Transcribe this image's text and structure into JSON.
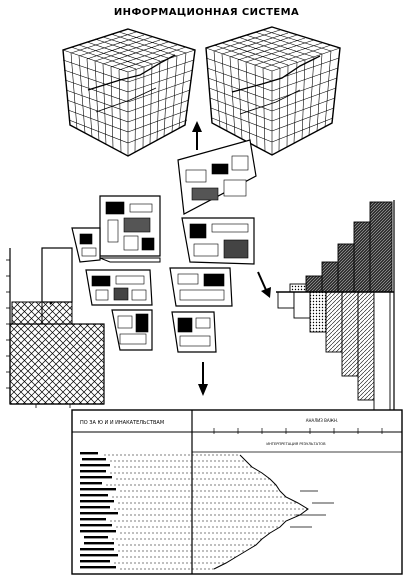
{
  "title": "ИНФОРМАЦИОННАЯ СИСТЕМА",
  "table": {
    "header_left": "ПО ЗА Ю И И ИНАКАТЕЛЬСТВАМ",
    "header_right": "АНАЛИЗ ВАЖН.",
    "subheader": "ИНТЕРПРЕТАЦИЯ РЕЗУЛЬТАТОВ"
  },
  "colors": {
    "ink": "#000000",
    "paper": "#ffffff",
    "hatch_gray": "#7a7a7a"
  },
  "icons": [
    "arrow-up-icon",
    "arrow-down-icon",
    "arrow-diagonal-icon"
  ]
}
